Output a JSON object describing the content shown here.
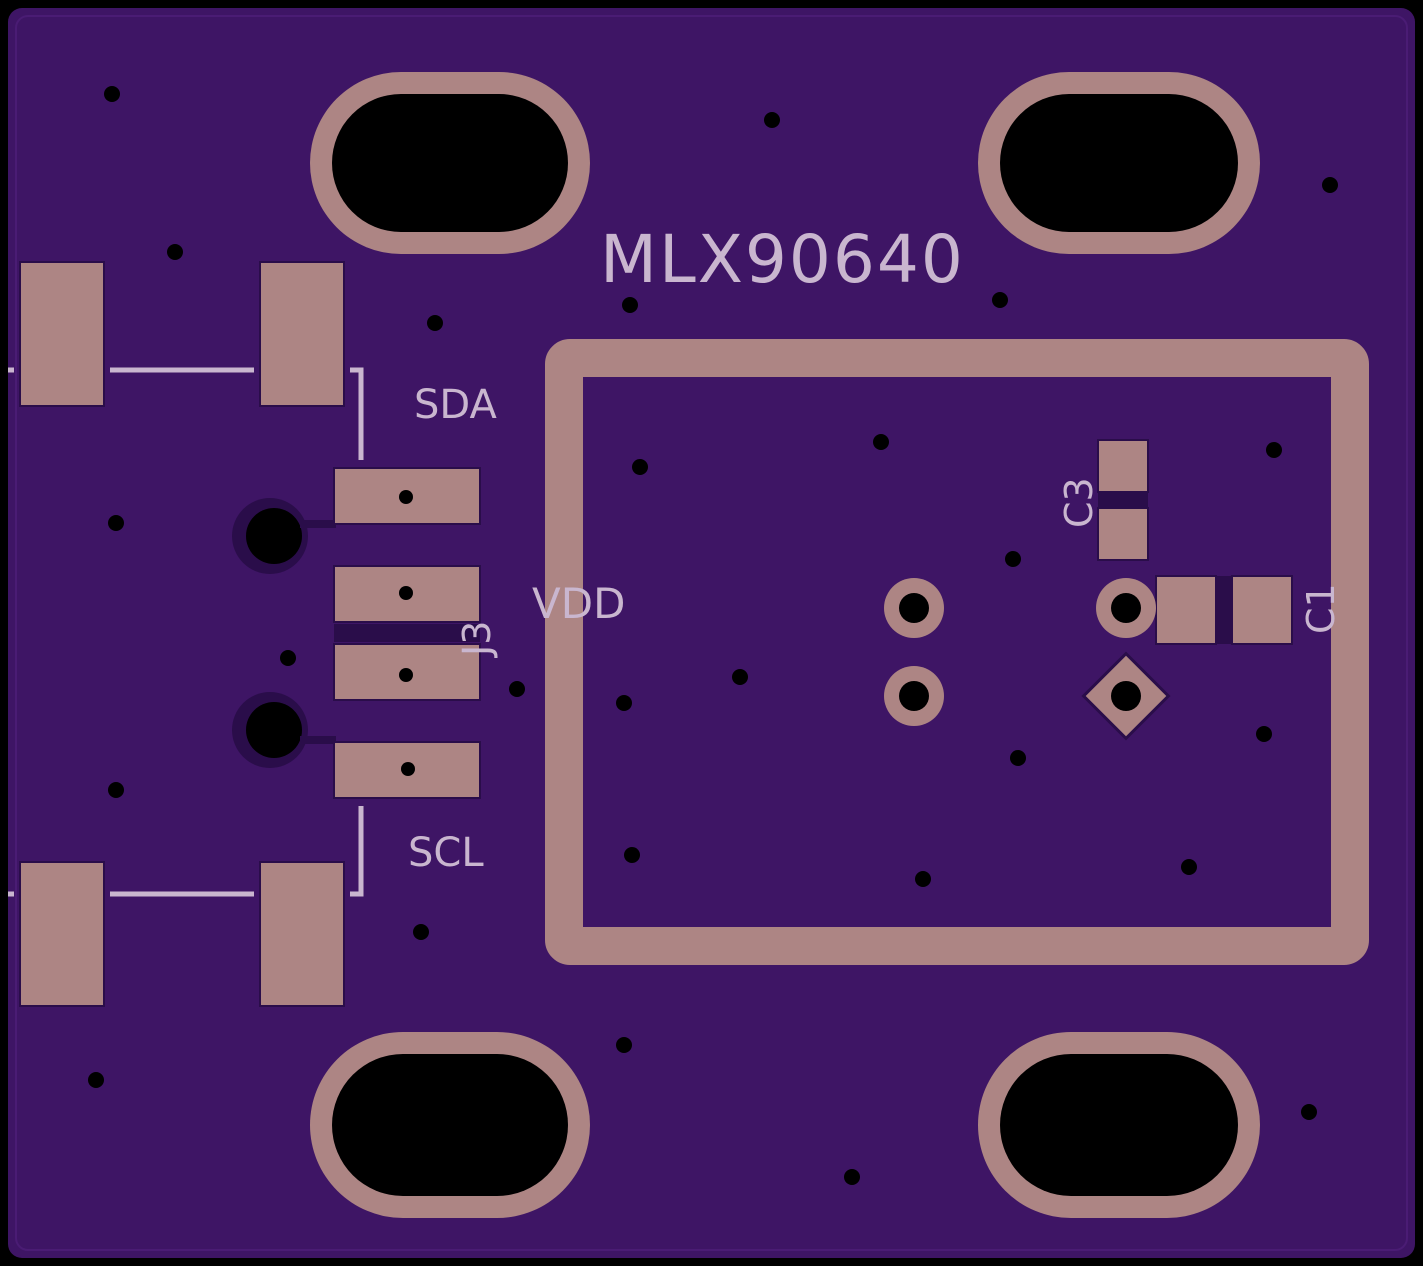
{
  "board": {
    "title": "MLX90640",
    "colors": {
      "outline": "#000000",
      "substrate": "#3e1565",
      "copper": "#ad8584",
      "silkscreen": "#c9b6cf",
      "hole": "#000000",
      "mask_edge": "#2a0d4a"
    }
  },
  "labels": {
    "sda": "SDA",
    "scl": "SCL",
    "vdd": "VDD",
    "j3": "J3",
    "c3": "C3",
    "c1": "C1"
  },
  "icons": {
    "mounting_hole": "slot-hole-icon",
    "via": "via-icon",
    "square_pad": "diamond-pad-icon"
  }
}
